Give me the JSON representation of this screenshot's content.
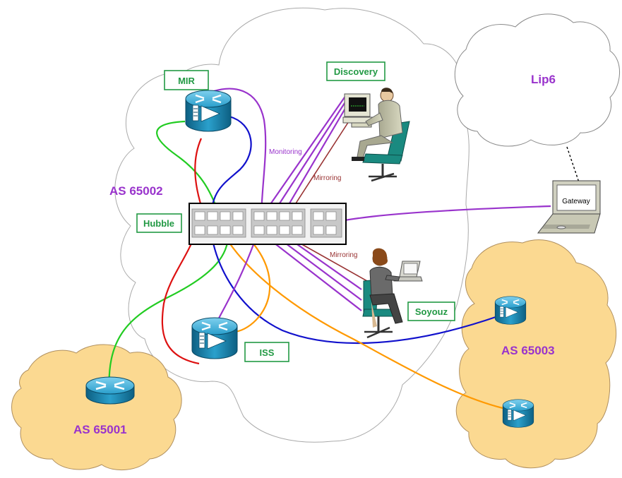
{
  "colors": {
    "green": "#22cc22",
    "red": "#dd1111",
    "blue": "#1111cc",
    "purple": "#9933cc",
    "orange": "#ff9900",
    "brown": "#993333",
    "box_border": "#229944",
    "box_text": "#229944",
    "as_text": "#9933cc",
    "cloud_fill": "#fbd991",
    "cloud_stroke": "#999999",
    "router_blue": "#1a7fa8"
  },
  "labels": {
    "mir": "MIR",
    "discovery": "Discovery",
    "hubble": "Hubble",
    "soyouz": "Soyouz",
    "iss": "ISS",
    "lip6": "Lip6",
    "gateway": "Gateway",
    "as65002": "AS 65002",
    "as65001": "AS 65001",
    "as65003": "AS 65003",
    "monitoring": "Monitoring",
    "mirroring_top": "Mirroring",
    "mirroring_bottom": "Mirroring"
  },
  "icons": {
    "router": "router-icon",
    "switch": "switch-icon",
    "workstation": "workstation-icon",
    "laptop": "laptop-icon"
  }
}
